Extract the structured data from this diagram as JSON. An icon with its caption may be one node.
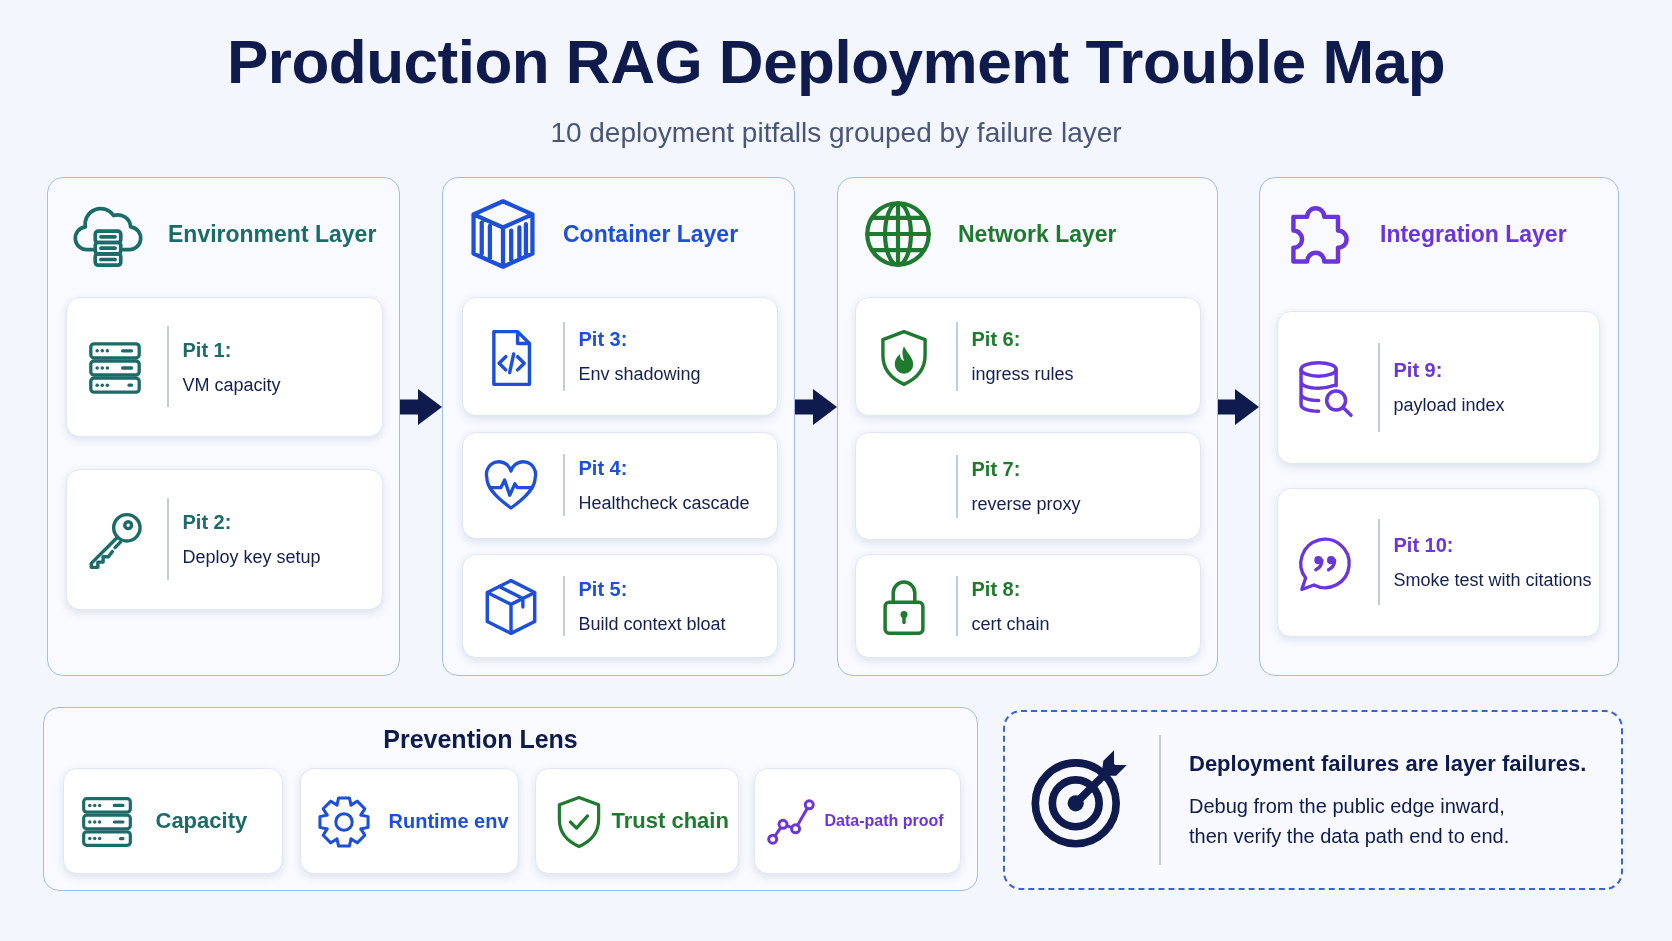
{
  "diagram": {
    "title": "Production RAG Deployment Trouble Map",
    "nodes": [
      {
        "text": [
          "Environment Layer"
        ]
      },
      {
        "text": [
          "Pit 1:",
          "VM capacity"
        ],
        "in": 0
      },
      {
        "text": [
          "Pit 2:",
          "Deploy key setup"
        ],
        "in": 0
      },
      {
        "text": [
          "Container Layer"
        ]
      },
      {
        "text": [
          "Pit 3:",
          "Env shadowing"
        ],
        "in": 3
      },
      {
        "text": [
          "Pit 4:",
          "Healthcheck cascade"
        ],
        "in": 3
      },
      {
        "text": [
          "Pit 5:",
          "Build context bloat"
        ],
        "in": 3
      },
      {
        "text": [
          "Network Layer"
        ]
      },
      {
        "text": [
          "Pit 6:",
          "ingress rules"
        ],
        "in": 7
      },
      {
        "text": [
          "Pit 7:",
          "reverse proxy"
        ],
        "in": 7
      },
      {
        "text": [
          "Pit 8:",
          "cert chain"
        ],
        "in": 7
      },
      {
        "text": [
          "Integration Layer"
        ]
      },
      {
        "text": [
          "Pit 9:",
          "payload index"
        ],
        "in": 11
      },
      {
        "text": [
          "Pit 10:",
          "Smoke test with citations"
        ],
        "in": 11
      },
      {
        "text": [
          "Prevention Lens"
        ]
      },
      {
        "text": [
          "Capacity"
        ],
        "in": 14
      },
      {
        "text": [
          "Runtime env"
        ],
        "in": 14
      },
      {
        "text": [
          "Trust chain"
        ],
        "in": 14
      },
      {
        "text": [
          "Data-path proof"
        ],
        "in": 14
      },
      {
        "text": [
          "Deployment failures are layer failures.",
          "Debug from the public edge inward, then verify the data path end to end."
        ]
      }
    ],
    "edges": [
      {
        "from": 0,
        "to": 3,
        "arrow": "to"
      },
      {
        "from": 3,
        "to": 7,
        "arrow": "to"
      },
      {
        "from": 7,
        "to": 11,
        "arrow": "to"
      }
    ],
    "labels": [
      "10 deployment pitfalls grouped by failure layer"
    ]
  }
}
